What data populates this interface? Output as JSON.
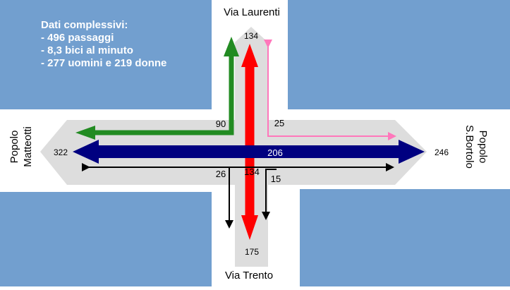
{
  "summary": {
    "title": "Dati complessivi:",
    "lines": [
      "- 496 passaggi",
      "- 8,3 bici al minuto",
      "- 277 uomini e 219 donne"
    ]
  },
  "streets": {
    "north": "Via Laurenti",
    "south": "Via Trento",
    "west": [
      "Popolo",
      "Matteotti"
    ],
    "east": [
      "Popolo",
      "S.Bortolo"
    ]
  },
  "counts": {
    "north_total": "134",
    "south_total": "175",
    "west_total": "322",
    "east_total": "246",
    "west_to_north": "90",
    "east_to_north": "25",
    "west_east": "206",
    "north_south": "134",
    "to_south_west": "26",
    "to_south_east": "15"
  },
  "colors": {
    "block": "#729fcf",
    "road": "#dddddd",
    "green": "#228b22",
    "red": "#ff0000",
    "pink": "#ff77bb",
    "navy": "#000080",
    "black": "#000000"
  }
}
